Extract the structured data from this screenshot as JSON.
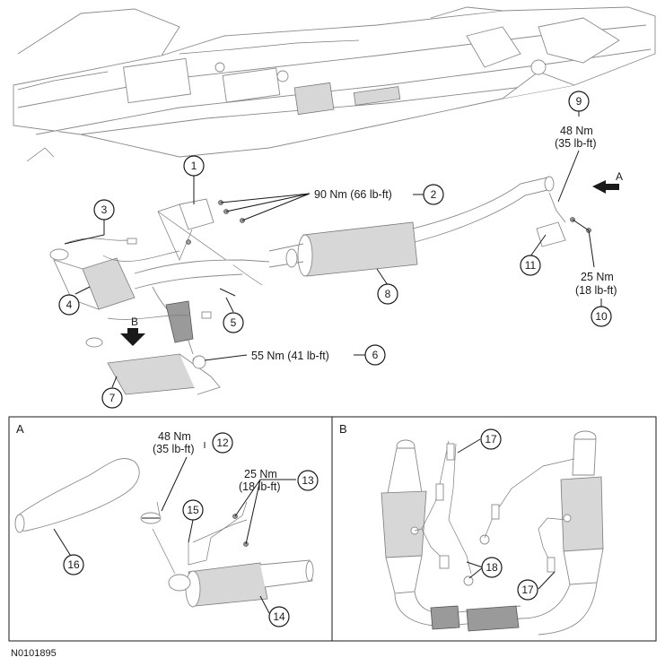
{
  "figure_id": "N0101895",
  "callouts": [
    {
      "id": "c1",
      "number": "1"
    },
    {
      "id": "c2",
      "number": "2"
    },
    {
      "id": "c3",
      "number": "3"
    },
    {
      "id": "c4",
      "number": "4"
    },
    {
      "id": "c5",
      "number": "5"
    },
    {
      "id": "c6",
      "number": "6"
    },
    {
      "id": "c7",
      "number": "7"
    },
    {
      "id": "c8",
      "number": "8"
    },
    {
      "id": "c9",
      "number": "9"
    },
    {
      "id": "c10",
      "number": "10"
    },
    {
      "id": "c11",
      "number": "11"
    },
    {
      "id": "c12",
      "number": "12"
    },
    {
      "id": "c13",
      "number": "13"
    },
    {
      "id": "c14",
      "number": "14"
    },
    {
      "id": "c15",
      "number": "15"
    },
    {
      "id": "c16",
      "number": "16"
    },
    {
      "id": "c17a",
      "number": "17"
    },
    {
      "id": "c17b",
      "number": "17"
    },
    {
      "id": "c18",
      "number": "18"
    }
  ],
  "torque_specs": {
    "hanger_bracket": "90 Nm (66 lb-ft)",
    "converter_flange": "55 Nm (41 lb-ft)",
    "tailpipe_clamp_metric": "48 Nm",
    "tailpipe_clamp_imperial": "(35 lb-ft)",
    "tailpipe_bracket_metric": "25 Nm",
    "tailpipe_bracket_imperial": "(18 lb-ft)",
    "detail_clamp_metric": "48 Nm",
    "detail_clamp_imperial": "(35 lb-ft)",
    "detail_bracket_metric": "25 Nm",
    "detail_bracket_imperial": "(18 lb-ft)"
  },
  "view_markers": {
    "view_a_arrow": "A",
    "view_b_arrow": "B",
    "panel_a": "A",
    "panel_b": "B"
  }
}
